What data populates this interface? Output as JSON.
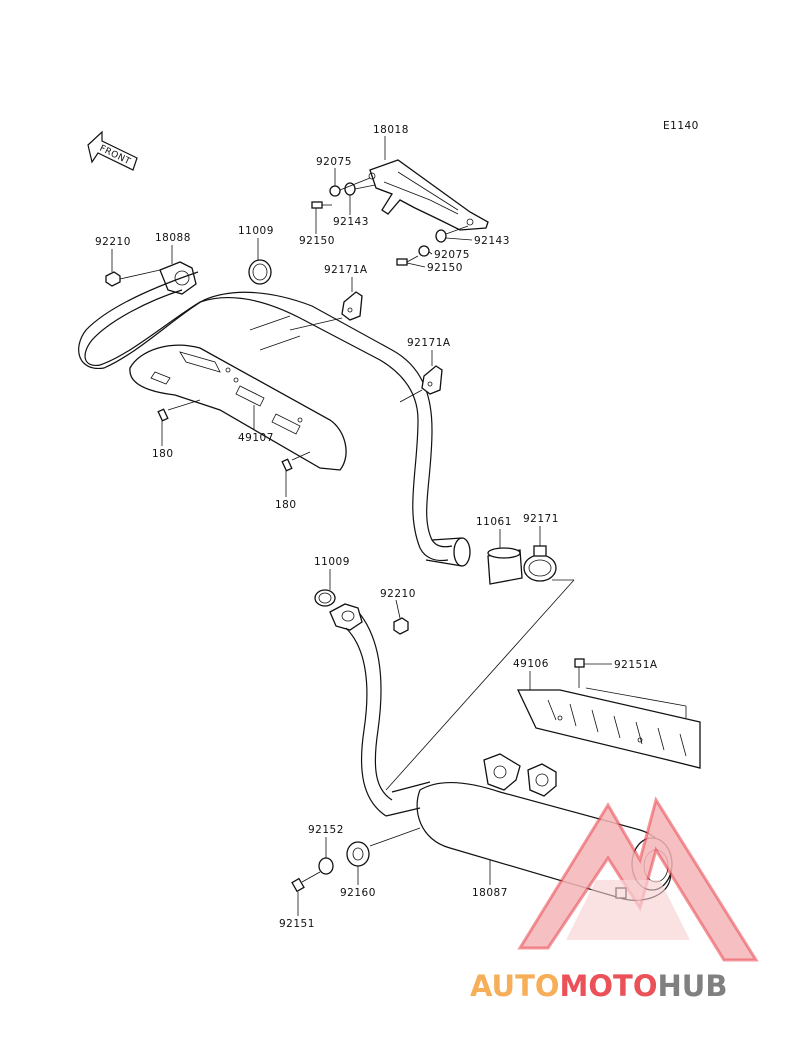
{
  "diagram_code": "E1140",
  "front_label": "FRONT",
  "watermark": {
    "part1": "AUTO",
    "part2": "MOTO",
    "part3": "HUB",
    "color_orange": "#f6a13b",
    "color_red": "#e8333c",
    "color_gray": "#6b6b6b"
  },
  "part_numbers": {
    "p18018": "18018",
    "p92075_a": "92075",
    "p92143_a": "92143",
    "p92150_a": "92150",
    "p92143_b": "92143",
    "p92075_b": "92075",
    "p92150_b": "92150",
    "p92210_a": "92210",
    "p18088": "18088",
    "p11009_a": "11009",
    "p92171A_a": "92171A",
    "p92171A_b": "92171A",
    "p180_a": "180",
    "p49107": "49107",
    "p180_b": "180",
    "p11061": "11061",
    "p92171": "92171",
    "p11009_b": "11009",
    "p92210_b": "92210",
    "p49106": "49106",
    "p92151A": "92151A",
    "p92152": "92152",
    "p92160": "92160",
    "p18087": "18087",
    "p92151": "92151"
  }
}
